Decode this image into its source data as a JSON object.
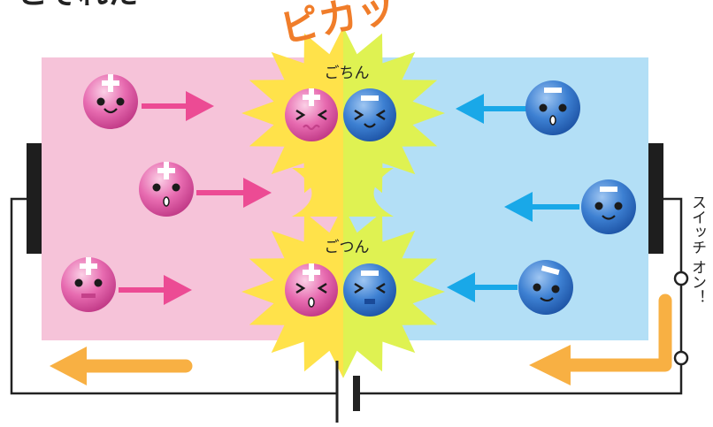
{
  "labels": {
    "top_cut": "こそれた",
    "flash": "ピカッ",
    "collision_top": "ごちん",
    "collision_bottom": "ごつん",
    "switch": "スイッチ オン！"
  },
  "charges": {
    "positive": "+",
    "negative": "−"
  },
  "colors": {
    "p_region": "#f6c3d9",
    "n_region": "#b3dff6",
    "junction_left": "#ffe24a",
    "junction_right": "#dff252",
    "positive_particle": "#e25aa5",
    "negative_particle": "#2f72c8",
    "positive_arrow": "#ec4b94",
    "negative_arrow": "#19a8e8",
    "current_arrow": "#f8b043",
    "flash_text": "#f07d2a",
    "wire": "#222222"
  }
}
